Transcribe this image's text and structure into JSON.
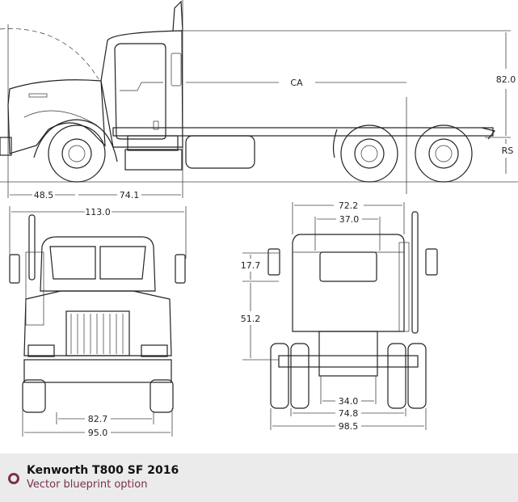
{
  "side_view": {
    "dim_front_overhang": "48.5",
    "dim_axle_to_cab": "74.1",
    "dim_ca": "CA",
    "dim_height": "82.0",
    "dim_rs": "RS"
  },
  "front_view": {
    "dim_mirror_width": "113.0",
    "dim_track": "82.7",
    "dim_overall_width": "95.0"
  },
  "rear_view": {
    "dim_cab_width": "72.2",
    "dim_window_width": "37.0",
    "dim_window_height": "17.7",
    "dim_frame_height": "51.2",
    "dim_frame_width": "34.0",
    "dim_rear_track": "74.8",
    "dim_rear_overall": "98.5"
  },
  "caption": {
    "title": "Kenworth T800 SF 2016",
    "subtitle": "Vector blueprint option",
    "accent_color": "#7a3150"
  }
}
